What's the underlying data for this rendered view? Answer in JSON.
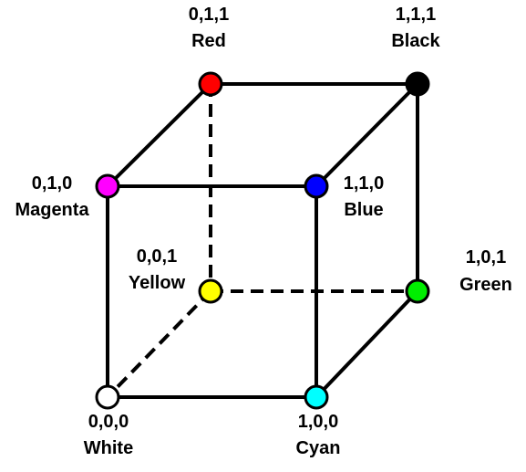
{
  "vertices": [
    {
      "id": "red",
      "code": "0,1,1",
      "name": "Red",
      "color": "#ff0000"
    },
    {
      "id": "black",
      "code": "1,1,1",
      "name": "Black",
      "color": "#000000"
    },
    {
      "id": "magenta",
      "code": "0,1,0",
      "name": "Magenta",
      "color": "#ff00ff"
    },
    {
      "id": "blue",
      "code": "1,1,0",
      "name": "Blue",
      "color": "#0000ff"
    },
    {
      "id": "yellow",
      "code": "0,0,1",
      "name": "Yellow",
      "color": "#ffff00"
    },
    {
      "id": "green",
      "code": "1,0,1",
      "name": "Green",
      "color": "#00ee00"
    },
    {
      "id": "white",
      "code": "0,0,0",
      "name": "White",
      "color": "#ffffff"
    },
    {
      "id": "cyan",
      "code": "1,0,0",
      "name": "Cyan",
      "color": "#00ffff"
    }
  ],
  "edges": [
    {
      "from": "red",
      "to": "black",
      "hidden": false
    },
    {
      "from": "magenta",
      "to": "blue",
      "hidden": false
    },
    {
      "from": "white",
      "to": "cyan",
      "hidden": false
    },
    {
      "from": "yellow",
      "to": "green",
      "hidden": true
    },
    {
      "from": "red",
      "to": "magenta",
      "hidden": false
    },
    {
      "from": "black",
      "to": "blue",
      "hidden": false
    },
    {
      "from": "green",
      "to": "cyan",
      "hidden": false
    },
    {
      "from": "yellow",
      "to": "white",
      "hidden": true
    },
    {
      "from": "magenta",
      "to": "white",
      "hidden": false
    },
    {
      "from": "blue",
      "to": "cyan",
      "hidden": false
    },
    {
      "from": "black",
      "to": "green",
      "hidden": false
    },
    {
      "from": "red",
      "to": "yellow",
      "hidden": true
    }
  ]
}
